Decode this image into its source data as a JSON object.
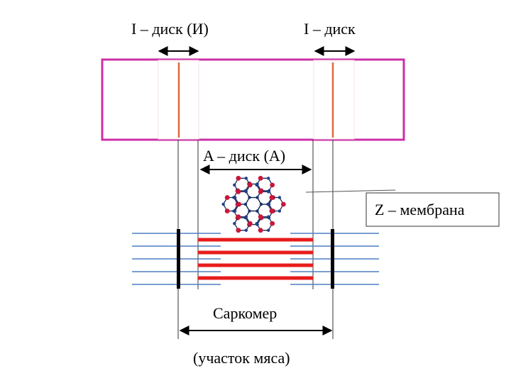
{
  "labels": {
    "i_disk_left": "I – диск (И)",
    "i_disk_right": "I – диск",
    "a_disk": "A – диск (А)",
    "z_membrane": "Z – мембрана",
    "sarcomere": "Саркомер",
    "meat_section": "(участок мяса)"
  },
  "colors": {
    "band_border": "#cc2fa8",
    "z_line_orange": "#e06a3a",
    "thick_filament": "#e81c1c",
    "thin_filament": "#4f7ec4",
    "z_disc": "#000000",
    "lattice_node_red": "#c8173a",
    "lattice_node_blue": "#1f3f8f"
  }
}
